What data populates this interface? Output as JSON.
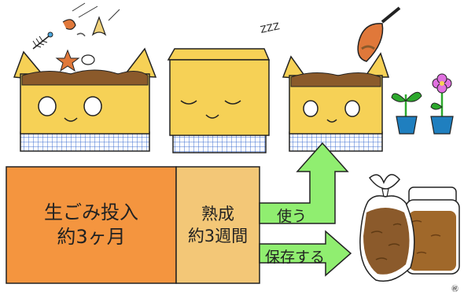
{
  "stage1": {
    "line1": "生ごみ投入",
    "line2": "約3ヶ月"
  },
  "stage2": {
    "line1": "熟成",
    "line2": "約3週間"
  },
  "arrows": {
    "use": "使う",
    "store": "保存する"
  },
  "sleep_mark": "ZZZ",
  "credit": "㊗",
  "colors": {
    "box_yellow": "#f6d156",
    "compost_brown": "#8b5a2b",
    "mesh_blue": "#3f6fd1",
    "stage1_fill": "#f4953f",
    "stage2_fill": "#f3c777",
    "arrow_green": "#90ee70",
    "pot_blue": "#1f7fbf",
    "leaf_green": "#2da82d",
    "flower_pink": "#e070e0"
  },
  "icons": [
    "fish-bone-icon",
    "shrimp-icon",
    "banana-peel-icon",
    "starfish-icon",
    "egg-shell-icon",
    "scoop-icon",
    "sprout-icon",
    "flower-icon",
    "compost-bag-icon",
    "jar-icon"
  ]
}
